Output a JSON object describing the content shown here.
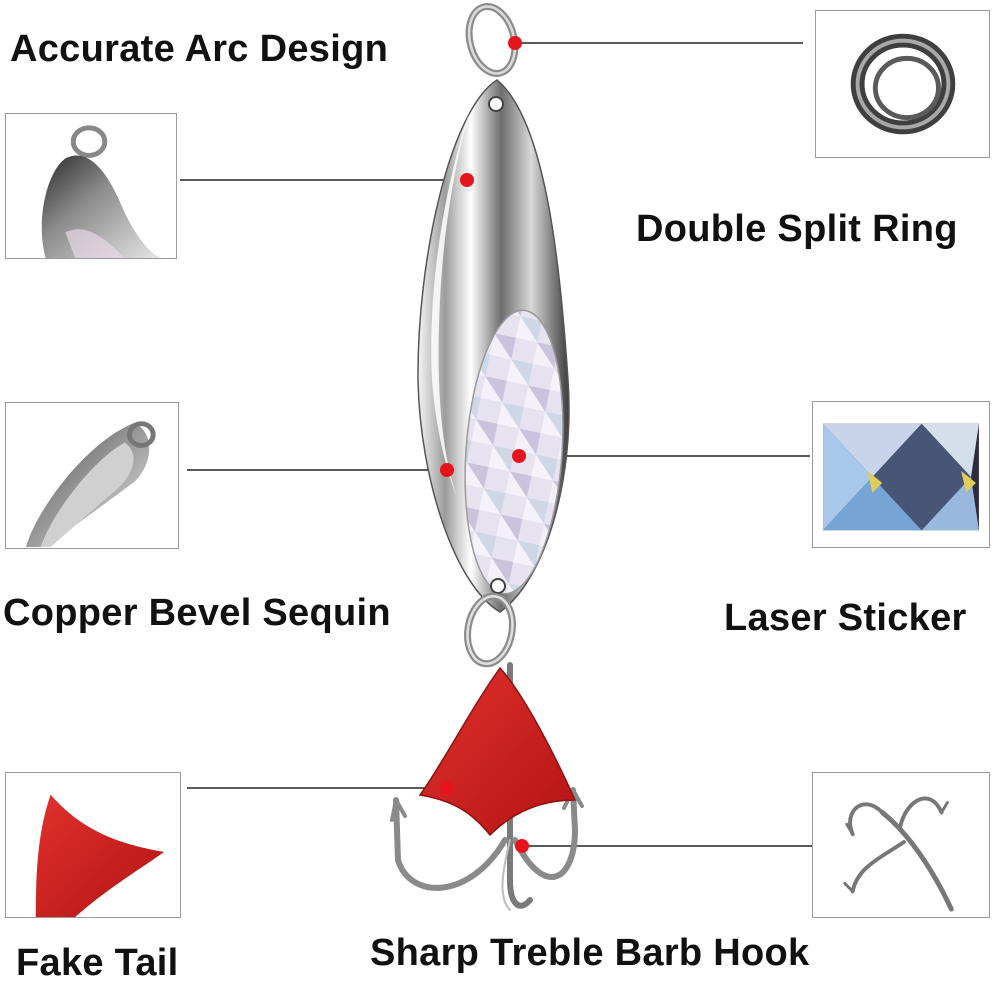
{
  "features": {
    "accurate_arc": "Accurate Arc Design",
    "double_split_ring": "Double Split Ring",
    "copper_bevel": "Copper Bevel Sequin",
    "laser_sticker": "Laser Sticker",
    "fake_tail": "Fake Tail",
    "treble_hook": "Sharp Treble Barb Hook"
  },
  "colors": {
    "marker": "#e8141d",
    "tail": "#cc1b1b",
    "leader_line": "#222222"
  }
}
